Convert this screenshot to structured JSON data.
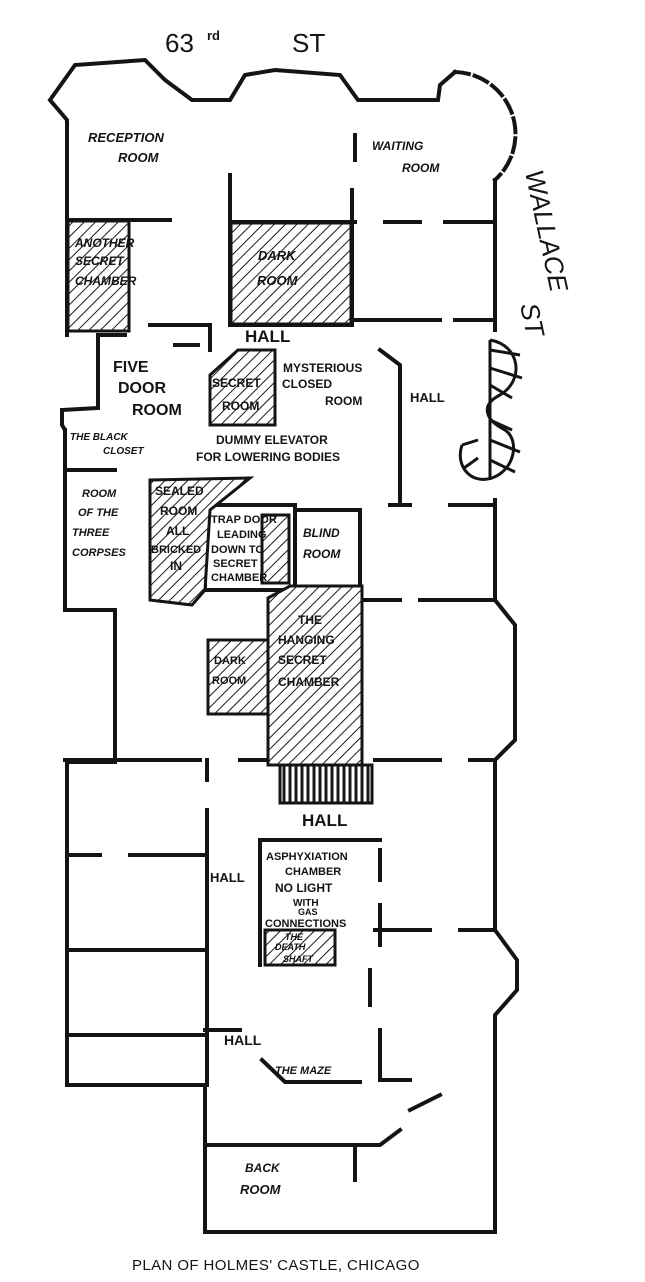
{
  "streets": {
    "north_num": "63",
    "north_sup": "rd",
    "north_st": "ST",
    "east_name": "WALLACE",
    "east_st": "ST"
  },
  "rooms": {
    "reception": [
      "RECEPTION",
      "ROOM"
    ],
    "waiting": [
      "WAITING",
      "ROOM"
    ],
    "another_secret": [
      "ANOTHER",
      "SECRET",
      "CHAMBER"
    ],
    "dark_room_top": [
      "DARK",
      "ROOM"
    ],
    "hall_top": "HALL",
    "five_door": [
      "FIVE",
      "DOOR",
      "ROOM"
    ],
    "secret_room": [
      "SECRET",
      "ROOM"
    ],
    "mysterious": [
      "MYSTERIOUS",
      "CLOSED",
      "ROOM"
    ],
    "hall_right": "HALL",
    "black_closet": [
      "THE BLACK",
      "CLOSET"
    ],
    "dummy_elevator": [
      "DUMMY ELEVATOR",
      "FOR LOWERING BODIES"
    ],
    "three_corpses": [
      "ROOM",
      "OF THE",
      "THREE",
      "CORPSES"
    ],
    "sealed": [
      "SEALED",
      "ROOM",
      "ALL",
      "BRICKED",
      "IN"
    ],
    "trap_door": [
      "TRAP DOOR",
      "LEADING",
      "DOWN TO",
      "SECRET",
      "CHAMBER"
    ],
    "blind_room": [
      "BLIND",
      "ROOM"
    ],
    "hanging": [
      "THE",
      "HANGING",
      "SECRET",
      "CHAMBER"
    ],
    "dark_room_mid": [
      "DARK",
      "ROOM"
    ],
    "hall_mid": "HALL",
    "hall_left": "HALL",
    "asphyxiation": [
      "ASPHYXIATION",
      "CHAMBER",
      "NO LIGHT",
      "WITH",
      "GAS",
      "CONNECTIONS"
    ],
    "death_shaft": [
      "THE",
      "DEATH",
      "SHAFT"
    ],
    "hall_lower": "HALL",
    "maze": "THE MAZE",
    "back_room": [
      "BACK",
      "ROOM"
    ]
  },
  "caption": "PLAN OF HOLMES' CASTLE, CHICAGO"
}
